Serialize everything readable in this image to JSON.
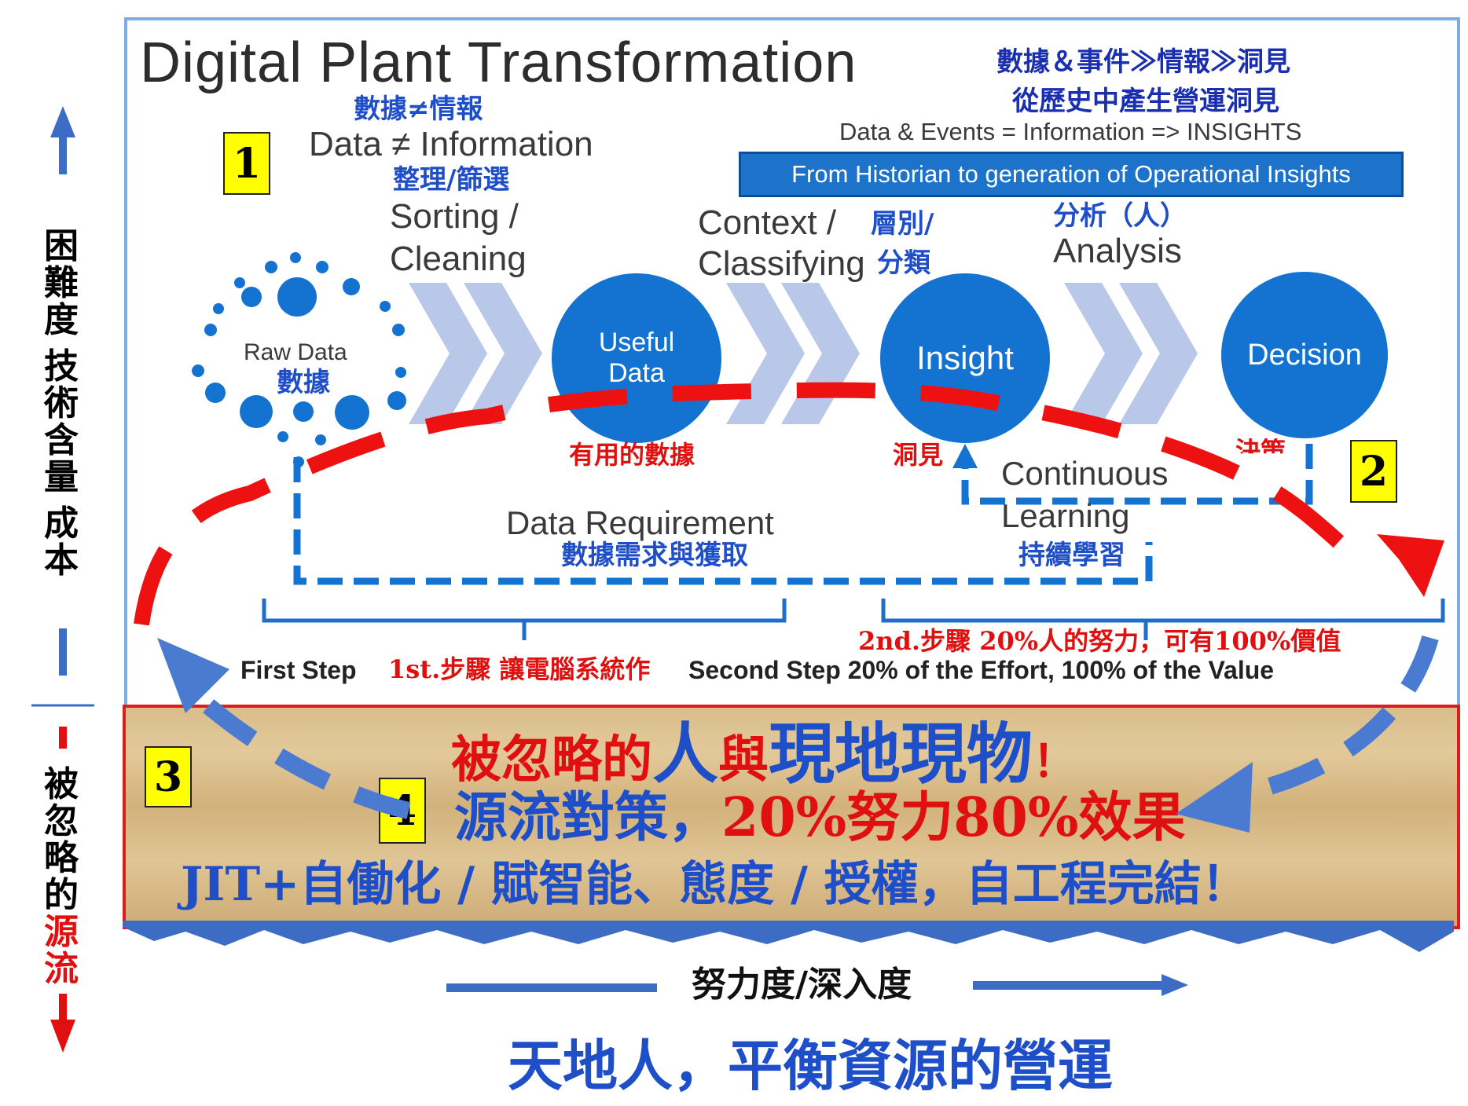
{
  "vertical_left": {
    "top_lines": [
      "困",
      "難",
      "度",
      "技",
      "術",
      "含",
      "量",
      "成",
      "本"
    ],
    "bottom_lines_black": [
      "被",
      "忽",
      "略",
      "的"
    ],
    "bottom_lines_red": [
      "源",
      "流"
    ]
  },
  "header": {
    "title": "Digital Plant Transformation",
    "cn_right_line1": "數據＆事件≫情報≫洞見",
    "cn_right_line2": "從歷史中產生營運洞見",
    "equation": "Data & Events = Information => INSIGHTS",
    "banner": "From Historian to generation of Operational Insights"
  },
  "stage_labels": {
    "data_info_cn": "數據≠情報",
    "data_info_en": "Data ≠ Information",
    "sorting_cn": "整理/篩選",
    "sorting_en_1": "Sorting /",
    "sorting_en_2": "Cleaning",
    "context_en_1": "Context /",
    "context_en_2": "Classifying",
    "context_cn_1": "層別/",
    "context_cn_2": "分類",
    "analysis_cn": "分析（人）",
    "analysis_en": "Analysis"
  },
  "nodes": {
    "raw_data_en": "Raw Data",
    "raw_data_cn": "數據",
    "useful_1": "Useful",
    "useful_2": "Data",
    "useful_cn": "有用的數據",
    "insight": "Insight",
    "insight_cn": "洞見",
    "decision": "Decision",
    "decision_cn": "決策"
  },
  "feedback": {
    "continuous_1": "Continuous",
    "continuous_2": "Learning",
    "continuous_cn": "持續學習",
    "requirement_en": "Data Requirement",
    "requirement_cn": "數據需求與獲取"
  },
  "steps": {
    "first_en": "First Step",
    "first_cn": "1st.步驟 讓電腦系統作",
    "second_cn": "2nd.步驟 20%人的努力，可有100%價值",
    "second_en": "Second Step 20% of the Effort, 100% of the Value"
  },
  "badges": {
    "b1": "1",
    "b2": "2",
    "b3": "3",
    "b4": "4"
  },
  "band": {
    "line1_a": "被忽略的",
    "line1_b": "人",
    "line1_c": "與",
    "line1_d": "現地現物",
    "line1_e": "！",
    "line2_a": "源流對策，",
    "line2_b": "20%努力80%效果",
    "line3": "JIT+自働化 / 賦智能、態度 / 授權，自工程完結！"
  },
  "x_axis_label": "努力度/深入度",
  "footer": "天地人，平衡資源的營運",
  "colors": {
    "accent_blue": "#1473d1",
    "red": "#e01010",
    "text_blue": "#1f4fc8"
  }
}
